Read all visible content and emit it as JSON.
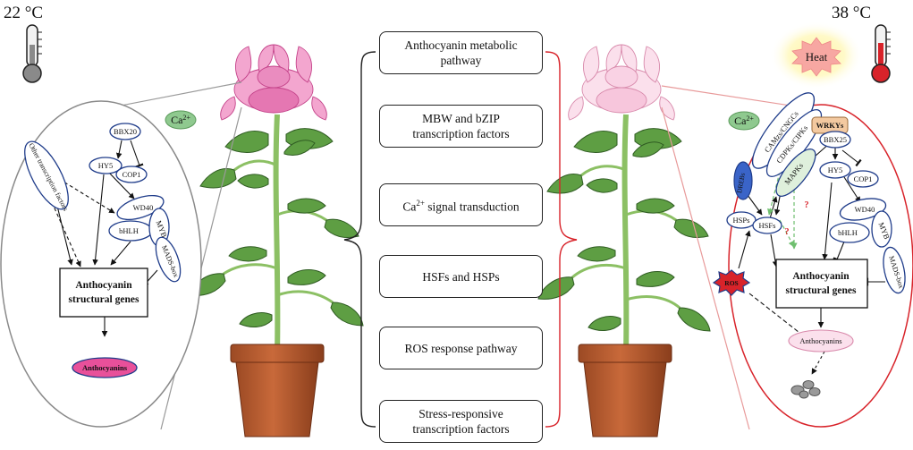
{
  "temperatures": {
    "left": "22 °C",
    "right": "38 °C"
  },
  "heat_label": "Heat",
  "pathways": [
    {
      "main": "Anthocyanin metabolic",
      "second": "pathway"
    },
    {
      "main": "MBW and bZIP",
      "second": "transcription factors"
    },
    {
      "main": "Ca",
      "sup": "2+",
      "rest": " signal transduction"
    },
    {
      "main": "HSFs and HSPs"
    },
    {
      "main": "ROS response pathway"
    },
    {
      "main": "Stress-responsive",
      "second": "transcription factors"
    }
  ],
  "left_panel": {
    "ca": "Ca",
    "ca_sup": "2+",
    "bbx": "BBX20",
    "hy5": "HY5",
    "cop1": "COP1",
    "other_tf": "Other transcription factors",
    "wd40": "WD40",
    "bhlh": "bHLH",
    "myb": "MYB",
    "mads": "MADS-box",
    "structural_1": "Anthocyanin",
    "structural_2": "structural genes",
    "anthocyanins": "Anthocyanins"
  },
  "right_panel": {
    "ca": "Ca",
    "ca_sup": "2+",
    "camzs": "CAMzs/CNGCs",
    "cdpks": "CDPKs/CIPKs",
    "mapks": "MAPKs",
    "wrkys": "WRKYs",
    "bbx": "BBX25",
    "hy5": "HY5",
    "cop1": "COP1",
    "drebs": "DREBs",
    "hsps": "HSPs",
    "hsfs": "HSFs",
    "wd40": "WD40",
    "bhlh": "bHLH",
    "myb": "MYB",
    "mads": "MADS-box",
    "ros": "ROS",
    "question": "?",
    "structural_1": "Anthocyanin",
    "structural_2": "structural genes",
    "anthocyanins": "Anthocyanins"
  },
  "colors": {
    "accent_red": "#d8232a",
    "node_blue": "#1f3c8a",
    "drebs_blue": "#3a64c8",
    "ca_green": "#8fc98f",
    "wrky_orange": "#f3c9a0",
    "anth_pink": "#e8509a"
  }
}
